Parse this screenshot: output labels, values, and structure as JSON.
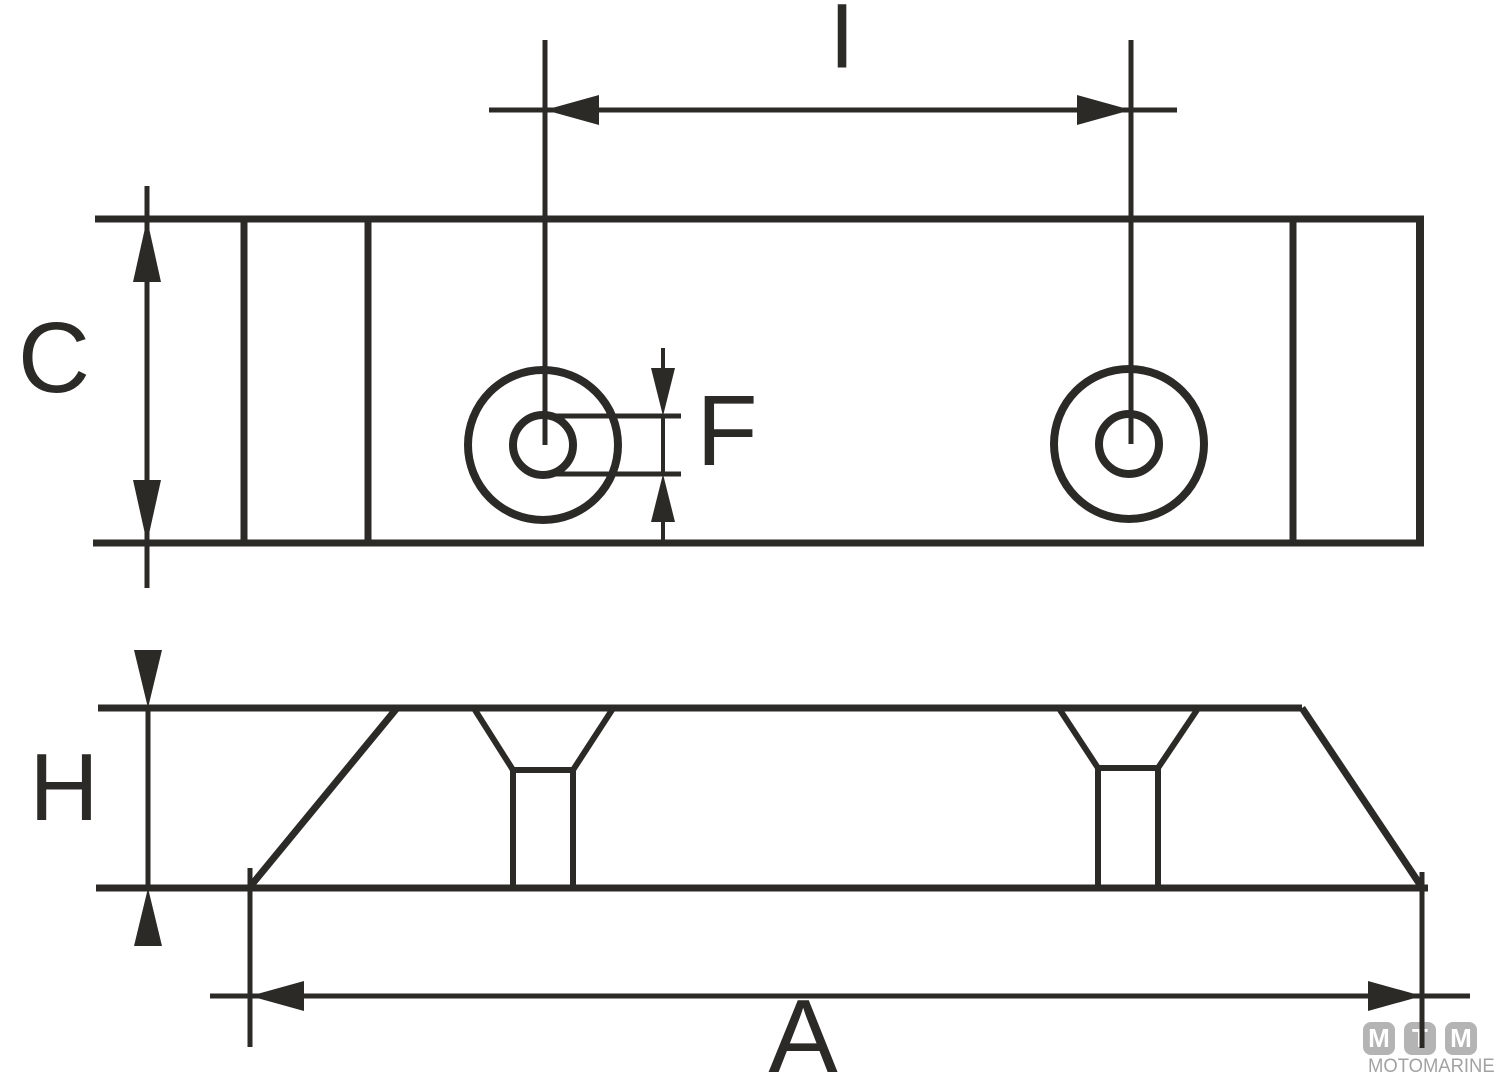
{
  "labels": {
    "i": "I",
    "c": "C",
    "f": "F",
    "h": "H",
    "a": "A"
  },
  "logo": {
    "squares": [
      "M",
      "T",
      "M"
    ],
    "brand": "MOTOMARINE"
  },
  "colors": {
    "line_color": "#2b2a26",
    "logo_square_color": "#b4b4b4",
    "logo_text_color": "#a2a2a2",
    "background_color": "#ffffff"
  }
}
